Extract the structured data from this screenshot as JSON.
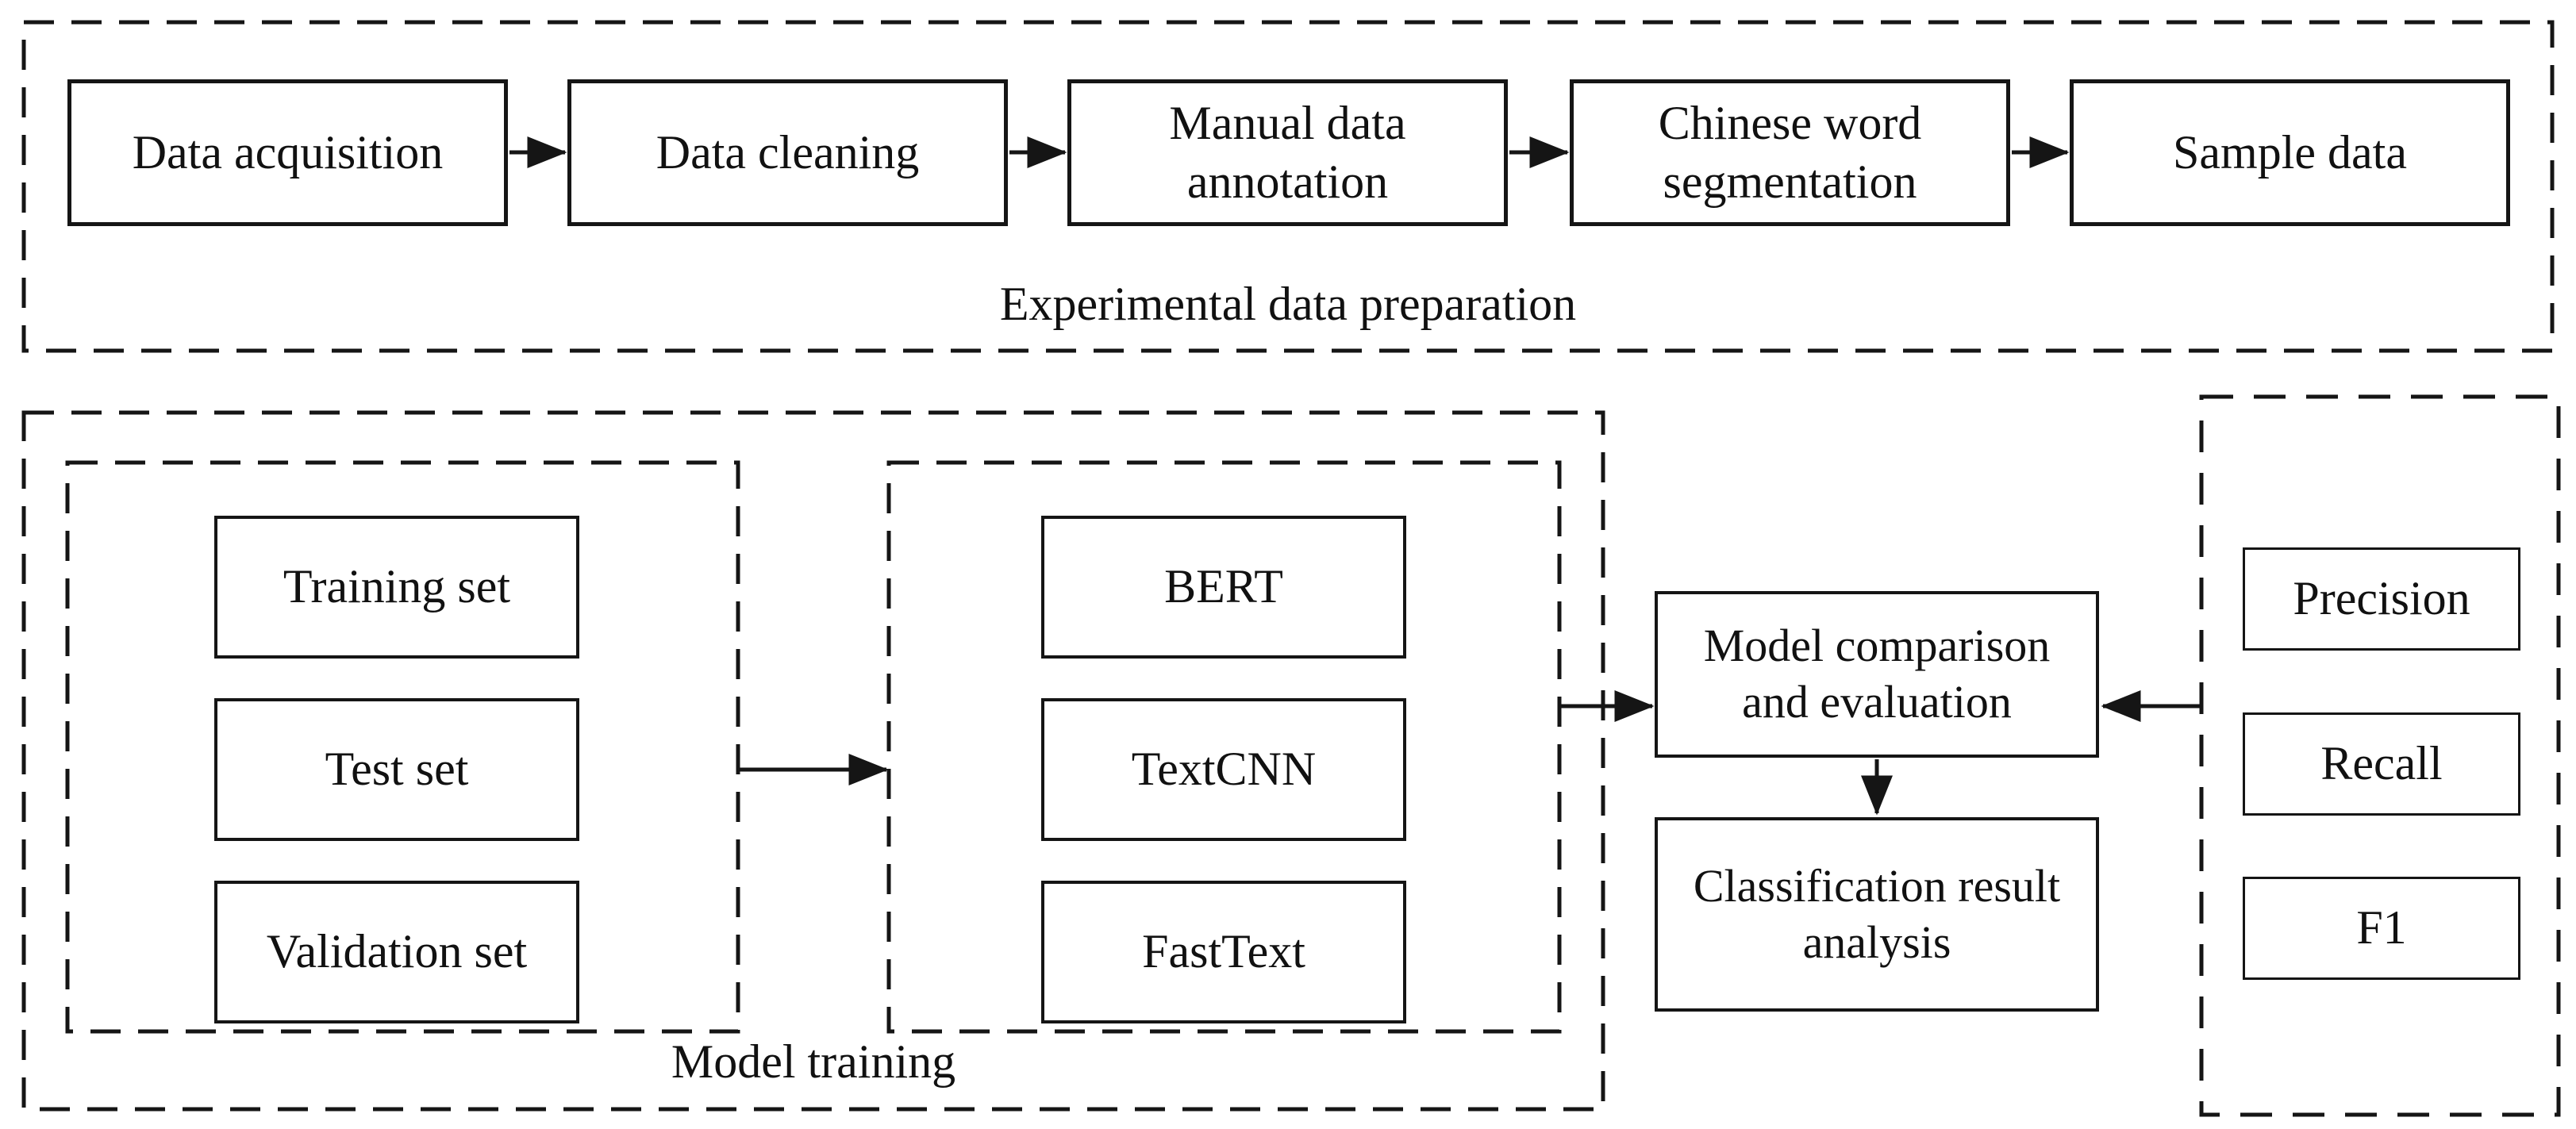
{
  "diagram": {
    "prep": {
      "label": "Experimental data preparation",
      "steps": [
        "Data acquisition",
        "Data cleaning",
        "Manual data annotation",
        "Chinese word segmentation",
        "Sample data"
      ]
    },
    "training": {
      "label": "Model training",
      "datasets": [
        "Training set",
        "Test set",
        "Validation set"
      ],
      "models": [
        "BERT",
        "TextCNN",
        "FastText"
      ]
    },
    "evaluation": {
      "comparison": "Model comparison and evaluation",
      "analysis": "Classification result analysis",
      "metrics": [
        "Precision",
        "Recall",
        "F1"
      ]
    },
    "colors": {
      "line": "#151515",
      "background": "#ffffff",
      "box_background": "#ffffff"
    }
  }
}
